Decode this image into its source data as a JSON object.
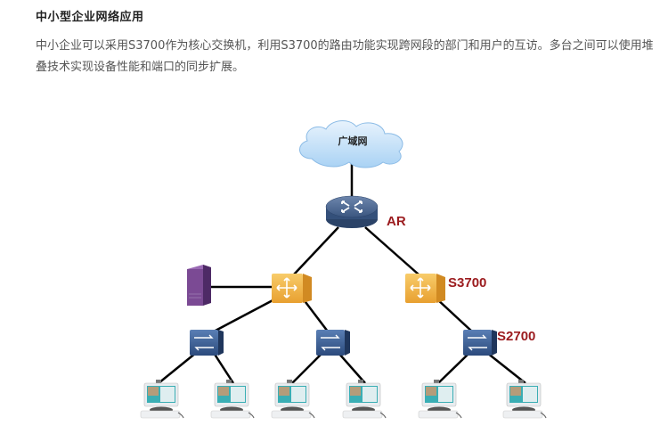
{
  "article": {
    "title": "中小型企业网络应用",
    "paragraph": "中小企业可以采用S3700作为核心交换机，利用S3700的路由功能实现跨网段的部门和用户的互访。多台之间可以使用堆叠技术实现设备性能和端口的同步扩展。"
  },
  "diagram": {
    "wan_label": "广域网",
    "router_label": "AR",
    "core_switch_label": "S3700",
    "access_switch_label": "S2700",
    "colors": {
      "label": "#9b1b1e",
      "cloud": "#cfe6fb",
      "router": "#3e5b85",
      "core_switch": "#f0b040",
      "access_switch": "#34598f",
      "server": "#7b4a94",
      "link": "#000000"
    }
  }
}
